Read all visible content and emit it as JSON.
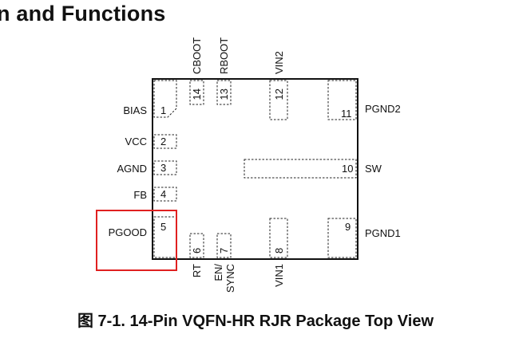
{
  "heading": "n and Functions",
  "caption": "图 7-1. 14-Pin VQFN-HR RJR Package Top View",
  "colors": {
    "highlight": "#e02020",
    "outline": "#111111"
  },
  "pins": [
    {
      "num": "1",
      "name": "BIAS"
    },
    {
      "num": "2",
      "name": "VCC"
    },
    {
      "num": "3",
      "name": "AGND"
    },
    {
      "num": "4",
      "name": "FB"
    },
    {
      "num": "5",
      "name": "PGOOD"
    },
    {
      "num": "6",
      "name": "RT"
    },
    {
      "num": "7",
      "name": "EN/",
      "name2": "SYNC"
    },
    {
      "num": "8",
      "name": "VIN1"
    },
    {
      "num": "9",
      "name": "PGND1"
    },
    {
      "num": "10",
      "name": "SW"
    },
    {
      "num": "11",
      "name": "PGND2"
    },
    {
      "num": "12",
      "name": "VIN2"
    },
    {
      "num": "13",
      "name": "RBOOT"
    },
    {
      "num": "14",
      "name": "CBOOT"
    }
  ]
}
